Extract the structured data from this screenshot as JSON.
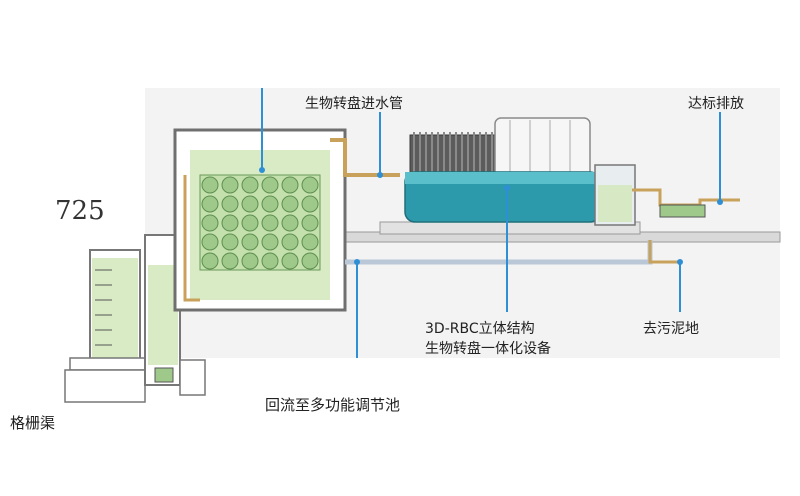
{
  "number_label": "725",
  "labels": {
    "inlet_pipe": "生物转盘进水管",
    "discharge": "达标排放",
    "rbc_line1": "3D-RBC立体结构",
    "rbc_line2": "生物转盘一体化设备",
    "sludge_tank": "去污泥地",
    "return_flow": "回流至多功能调节池",
    "grille": "格栅渠"
  },
  "colors": {
    "tank_fill": "#d8ebc4",
    "tank_wall": "#6f6f6f",
    "media_ball": "#9ec98a",
    "pipe": "#c8a25a",
    "rbc_body": "#2c9aaa",
    "leader_line": "#2e8fd6",
    "ground": "#e4e4e4"
  }
}
